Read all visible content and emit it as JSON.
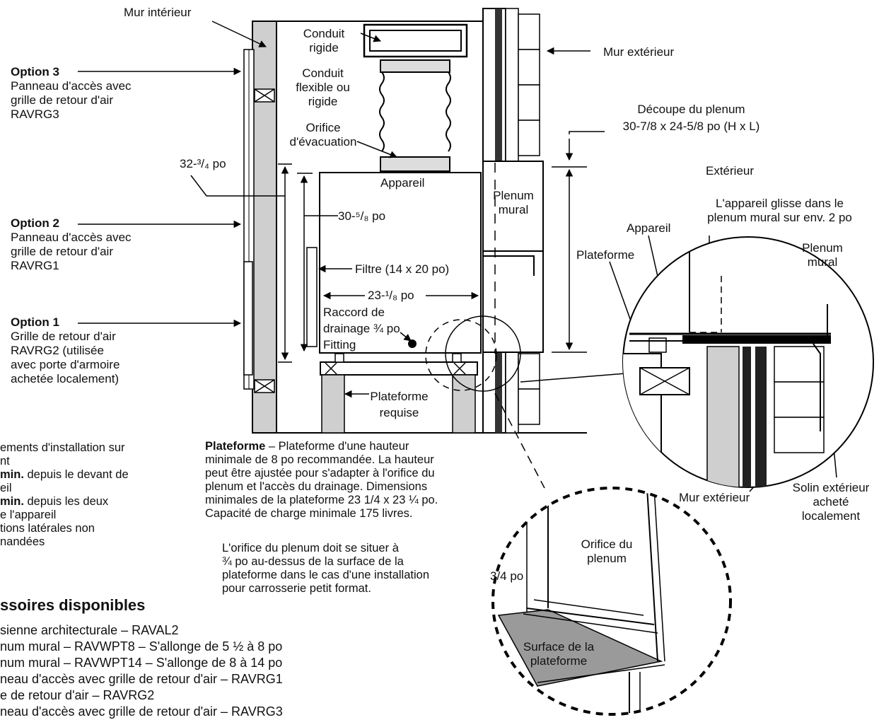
{
  "labels": {
    "mur_interieur": "Mur intérieur",
    "conduit_rigide": [
      "Conduit",
      "rigide"
    ],
    "conduit_flexible": [
      "Conduit",
      "flexible ou",
      "rigide"
    ],
    "orifice_evacuation": [
      "Orifice",
      "d'évacuation"
    ],
    "mur_exterieur_top": "Mur extérieur",
    "decoupe_plenum": [
      "Découpe du plenum",
      "30-7/8 x 24-5/8 po (H x L)"
    ],
    "exterieur": "Extérieur",
    "appareil_glisse": [
      "L'appareil glisse dans le",
      "plenum mural sur env. 2 po"
    ],
    "appareil_detail": "Appareil",
    "plenum_mural_detail": [
      "Plenum",
      "mural"
    ],
    "plateforme_detail": "Plateforme",
    "mur_exterieur_detail": "Mur extérieur",
    "solin": [
      "Solin extérieur",
      "acheté",
      "localement"
    ],
    "dim_32": "32-³/₄ po",
    "dim_30": "30-⁵/₈ po",
    "appareil": "Appareil",
    "plenum_mural": [
      "Plenum",
      "mural"
    ],
    "filtre": "Filtre (14 x 20 po)",
    "dim_23": "23-¹/₈ po",
    "raccord": [
      "Raccord de",
      "drainage ¾ po",
      "Fitting"
    ],
    "plateforme_requise": [
      "Plateforme",
      "requise"
    ],
    "orifice_plenum": [
      "Orifice du",
      "plenum"
    ],
    "dim_3_4": "3/4 po",
    "surface_plateforme": [
      "Surface de la",
      "plateforme"
    ]
  },
  "options": [
    {
      "title": "Option 3",
      "lines": [
        "Panneau d'accès avec",
        "grille de retour d'air",
        "RAVRG3"
      ]
    },
    {
      "title": "Option 2",
      "lines": [
        "Panneau d'accès avec",
        "grille de retour d'air",
        "RAVRG1"
      ]
    },
    {
      "title": "Option 1",
      "lines": [
        "Grille de retour d'air",
        "RAVRG2 (utilisée",
        "avec porte d'armoire",
        "achetée localement)"
      ]
    }
  ],
  "left_notes": [
    {
      "bold": "",
      "text": "ements d'installation sur"
    },
    {
      "bold": "",
      "text": "nt"
    },
    {
      "bold": "min.",
      "text": " depuis le devant de"
    },
    {
      "bold": "",
      "text": "eil"
    },
    {
      "bold": "min.",
      "text": " depuis les deux"
    },
    {
      "bold": "",
      "text": "e l'appareil"
    },
    {
      "bold": "",
      "text": "tions latérales non"
    },
    {
      "bold": "",
      "text": "nandées"
    }
  ],
  "plateforme_note": {
    "bold": "Plateforme",
    "first": " – Plateforme d'une hauteur",
    "lines": [
      "minimale de 8 po recommandée. La hauteur",
      "peut être ajustée pour s'adapter à l'orifice du",
      "plenum et l'accès du drainage. Dimensions",
      "minimales de la plateforme 23 1/4 x 23 ¼ po.",
      "Capacité de charge minimale 175 livres."
    ]
  },
  "orifice_note": [
    "L'orifice du plenum doit se situer à",
    "¾ po au-dessus de la surface de la",
    "plateforme dans le cas d'une installation",
    "pour carrosserie petit format."
  ],
  "accessories": {
    "title": "ssoires disponibles",
    "items": [
      "sienne architecturale – RAVAL2",
      "num mural – RAVWPT8 – S'allonge de 5 ½ à 8 po",
      "num mural – RAVWPT14 – S'allonge de 8 à 14 po",
      "neau d'accès avec grille de retour d'air – RAVRG1",
      "e de retour d'air – RAVRG2",
      "neau d'accès avec grille de retour d'air – RAVRG3"
    ]
  }
}
